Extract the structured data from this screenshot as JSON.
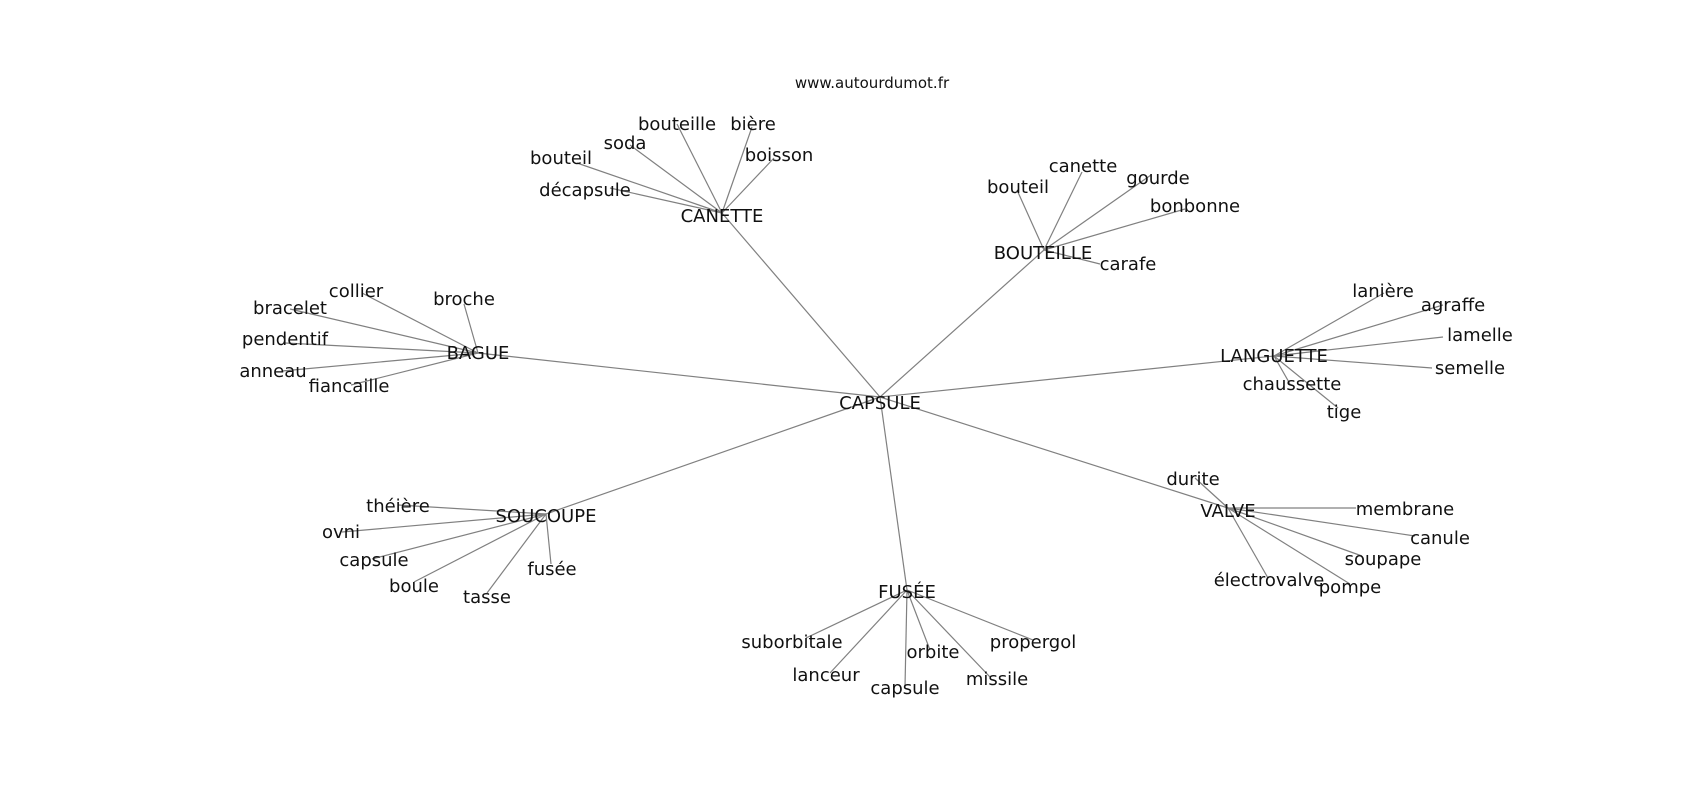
{
  "source_url": "www.autourdumot.fr",
  "center": {
    "key": "capsule",
    "label": "CAPSULE"
  },
  "clusters": [
    {
      "key": "canette",
      "label": "CANETTE",
      "leaves": [
        "bouteille",
        "bière",
        "soda",
        "boisson",
        "bouteil",
        "décapsule"
      ]
    },
    {
      "key": "bouteille",
      "label": "BOUTEILLE",
      "leaves": [
        "canette",
        "gourde",
        "bouteil",
        "bonbonne",
        "carafe"
      ]
    },
    {
      "key": "bague",
      "label": "BAGUE",
      "leaves": [
        "collier",
        "broche",
        "bracelet",
        "pendentif",
        "anneau",
        "fiancaille"
      ]
    },
    {
      "key": "languette",
      "label": "LANGUETTE",
      "leaves": [
        "lanière",
        "agraffe",
        "lamelle",
        "semelle",
        "chaussette",
        "tige"
      ]
    },
    {
      "key": "soucoupe",
      "label": "SOUCOUPE",
      "leaves": [
        "théière",
        "ovni",
        "capsule",
        "boule",
        "tasse",
        "fusée"
      ]
    },
    {
      "key": "valve",
      "label": "VALVE",
      "leaves": [
        "durite",
        "membrane",
        "canule",
        "soupape",
        "électrovalve",
        "pompe"
      ]
    },
    {
      "key": "fusee",
      "label": "FUSÉE",
      "leaves": [
        "suborbitale",
        "lanceur",
        "capsule",
        "orbite",
        "propergol",
        "missile"
      ]
    }
  ]
}
